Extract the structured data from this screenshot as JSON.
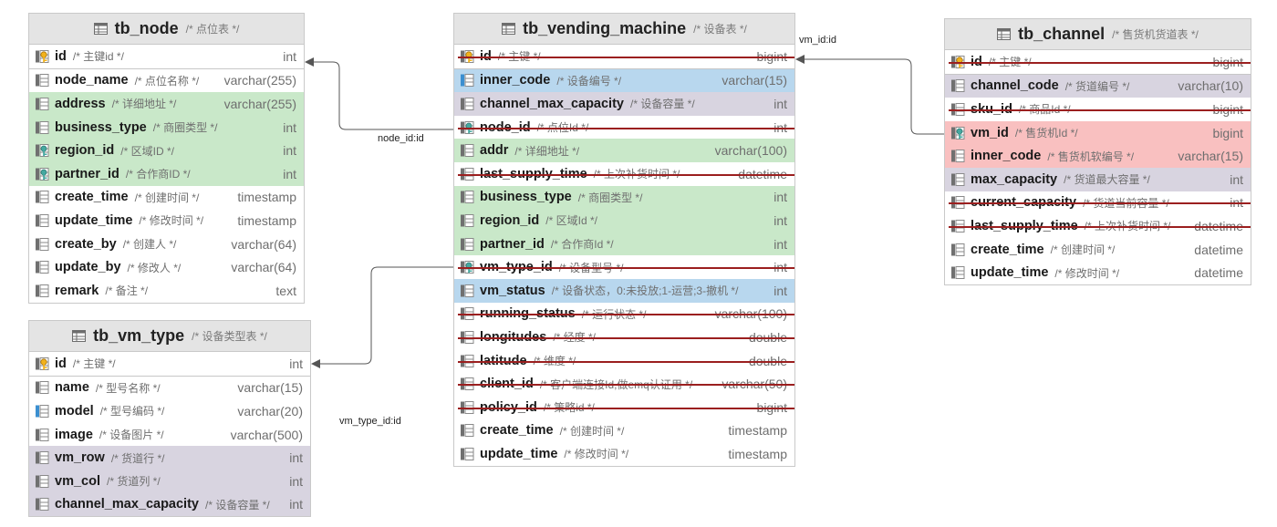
{
  "colors": {
    "header_bg": "#e4e4e4",
    "green": "#c9e8c9",
    "blue": "#b8d7ee",
    "purple": "#d8d4e0",
    "red": "#f9c0c0",
    "strike": "#9b1f1f",
    "edge": "#555555"
  },
  "tables": {
    "tb_node": {
      "title": "tb_node",
      "comment": "/* 点位表 */",
      "columns": [
        {
          "name": "id",
          "comment": "/* 主键id */",
          "type": "int",
          "icon": "key-icon",
          "hl": "",
          "sep": true
        },
        {
          "name": "node_name",
          "comment": "/* 点位名称 */",
          "type": "varchar(255)",
          "icon": "column-icon",
          "hl": ""
        },
        {
          "name": "address",
          "comment": "/* 详细地址 */",
          "type": "varchar(255)",
          "icon": "column-icon",
          "hl": "green"
        },
        {
          "name": "business_type",
          "comment": "/* 商圈类型 */",
          "type": "int",
          "icon": "column-icon",
          "hl": "green"
        },
        {
          "name": "region_id",
          "comment": "/* 区域ID */",
          "type": "int",
          "icon": "foreign-key-icon",
          "hl": "green"
        },
        {
          "name": "partner_id",
          "comment": "/* 合作商ID */",
          "type": "int",
          "icon": "foreign-key-icon",
          "hl": "green"
        },
        {
          "name": "create_time",
          "comment": "/* 创建时间 */",
          "type": "timestamp",
          "icon": "column-icon",
          "hl": ""
        },
        {
          "name": "update_time",
          "comment": "/* 修改时间 */",
          "type": "timestamp",
          "icon": "column-icon",
          "hl": ""
        },
        {
          "name": "create_by",
          "comment": "/* 创建人 */",
          "type": "varchar(64)",
          "icon": "column-icon",
          "hl": ""
        },
        {
          "name": "update_by",
          "comment": "/* 修改人 */",
          "type": "varchar(64)",
          "icon": "column-icon",
          "hl": ""
        },
        {
          "name": "remark",
          "comment": "/* 备注 */",
          "type": "text",
          "icon": "column-icon",
          "hl": ""
        }
      ]
    },
    "tb_vm_type": {
      "title": "tb_vm_type",
      "comment": "/* 设备类型表 */",
      "columns": [
        {
          "name": "id",
          "comment": "/* 主键 */",
          "type": "int",
          "icon": "key-icon",
          "hl": "",
          "sep": true
        },
        {
          "name": "name",
          "comment": "/* 型号名称 */",
          "type": "varchar(15)",
          "icon": "column-icon",
          "hl": ""
        },
        {
          "name": "model",
          "comment": "/* 型号编码 */",
          "type": "varchar(20)",
          "icon": "unique-column-icon",
          "hl": ""
        },
        {
          "name": "image",
          "comment": "/* 设备图片 */",
          "type": "varchar(500)",
          "icon": "column-icon",
          "hl": ""
        },
        {
          "name": "vm_row",
          "comment": "/* 货道行 */",
          "type": "int",
          "icon": "column-icon",
          "hl": "purple"
        },
        {
          "name": "vm_col",
          "comment": "/* 货道列 */",
          "type": "int",
          "icon": "column-icon",
          "hl": "purple"
        },
        {
          "name": "channel_max_capacity",
          "comment": "/* 设备容量 */",
          "type": "int",
          "icon": "column-icon",
          "hl": "purple"
        }
      ]
    },
    "tb_vending_machine": {
      "title": "tb_vending_machine",
      "comment": "/* 设备表 */",
      "columns": [
        {
          "name": "id",
          "comment": "/* 主键 */",
          "type": "bigint",
          "icon": "key-icon",
          "hl": "",
          "strike": true,
          "sep": true
        },
        {
          "name": "inner_code",
          "comment": "/* 设备编号 */",
          "type": "varchar(15)",
          "icon": "unique-column-icon",
          "hl": "blue"
        },
        {
          "name": "channel_max_capacity",
          "comment": "/* 设备容量 */",
          "type": "int",
          "icon": "column-icon",
          "hl": "purple"
        },
        {
          "name": "node_id",
          "comment": "/* 点位Id */",
          "type": "int",
          "icon": "foreign-key-icon",
          "hl": "",
          "strike": true
        },
        {
          "name": "addr",
          "comment": "/* 详细地址 */",
          "type": "varchar(100)",
          "icon": "column-icon",
          "hl": "green"
        },
        {
          "name": "last_supply_time",
          "comment": "/* 上次补货时间 */",
          "type": "datetime",
          "icon": "column-icon",
          "hl": "",
          "strike": true
        },
        {
          "name": "business_type",
          "comment": "/* 商圈类型 */",
          "type": "int",
          "icon": "column-icon",
          "hl": "green"
        },
        {
          "name": "region_id",
          "comment": "/* 区域Id */",
          "type": "int",
          "icon": "column-icon",
          "hl": "green"
        },
        {
          "name": "partner_id",
          "comment": "/* 合作商Id */",
          "type": "int",
          "icon": "column-icon",
          "hl": "green"
        },
        {
          "name": "vm_type_id",
          "comment": "/* 设备型号 */",
          "type": "int",
          "icon": "foreign-key-icon",
          "hl": "",
          "strike": true
        },
        {
          "name": "vm_status",
          "comment": "/* 设备状态，0:未投放;1-运营;3-撤机 */",
          "type": "int",
          "icon": "column-icon",
          "hl": "blue"
        },
        {
          "name": "running_status",
          "comment": "/* 运行状态 */",
          "type": "varchar(100)",
          "icon": "column-icon",
          "hl": "",
          "strike": true
        },
        {
          "name": "longitudes",
          "comment": "/* 经度 */",
          "type": "double",
          "icon": "column-icon",
          "hl": "",
          "strike": true
        },
        {
          "name": "latitude",
          "comment": "/* 维度 */",
          "type": "double",
          "icon": "column-icon",
          "hl": "",
          "strike": true
        },
        {
          "name": "client_id",
          "comment": "/* 客户端连接Id,做emq认证用 */",
          "type": "varchar(50)",
          "icon": "column-icon",
          "hl": "",
          "strike": true
        },
        {
          "name": "policy_id",
          "comment": "/* 策略id */",
          "type": "bigint",
          "icon": "column-icon",
          "hl": "",
          "strike": true
        },
        {
          "name": "create_time",
          "comment": "/* 创建时间 */",
          "type": "timestamp",
          "icon": "column-icon",
          "hl": ""
        },
        {
          "name": "update_time",
          "comment": "/* 修改时间 */",
          "type": "timestamp",
          "icon": "column-icon",
          "hl": ""
        }
      ]
    },
    "tb_channel": {
      "title": "tb_channel",
      "comment": "/* 售货机货道表 */",
      "columns": [
        {
          "name": "id",
          "comment": "/* 主键 */",
          "type": "bigint",
          "icon": "key-icon",
          "hl": "",
          "strike": true,
          "sep": true
        },
        {
          "name": "channel_code",
          "comment": "/* 货道编号 */",
          "type": "varchar(10)",
          "icon": "column-icon",
          "hl": "purple"
        },
        {
          "name": "sku_id",
          "comment": "/* 商品Id */",
          "type": "bigint",
          "icon": "column-icon",
          "hl": "",
          "strike": true
        },
        {
          "name": "vm_id",
          "comment": "/* 售货机Id */",
          "type": "bigint",
          "icon": "foreign-key-icon",
          "hl": "red"
        },
        {
          "name": "inner_code",
          "comment": "/* 售货机软编号 */",
          "type": "varchar(15)",
          "icon": "column-icon",
          "hl": "red"
        },
        {
          "name": "max_capacity",
          "comment": "/* 货道最大容量 */",
          "type": "int",
          "icon": "column-icon",
          "hl": "purple"
        },
        {
          "name": "current_capacity",
          "comment": "/* 货道当前容量 */",
          "type": "int",
          "icon": "column-icon",
          "hl": "",
          "strike": true
        },
        {
          "name": "last_supply_time",
          "comment": "/* 上次补货时间 */",
          "type": "datetime",
          "icon": "column-icon",
          "hl": "",
          "strike": true
        },
        {
          "name": "create_time",
          "comment": "/* 创建时间 */",
          "type": "datetime",
          "icon": "column-icon",
          "hl": ""
        },
        {
          "name": "update_time",
          "comment": "/* 修改时间 */",
          "type": "datetime",
          "icon": "column-icon",
          "hl": ""
        }
      ]
    }
  },
  "relations": [
    {
      "label": "node_id:id"
    },
    {
      "label": "vm_type_id:id"
    },
    {
      "label": "vm_id:id"
    }
  ]
}
